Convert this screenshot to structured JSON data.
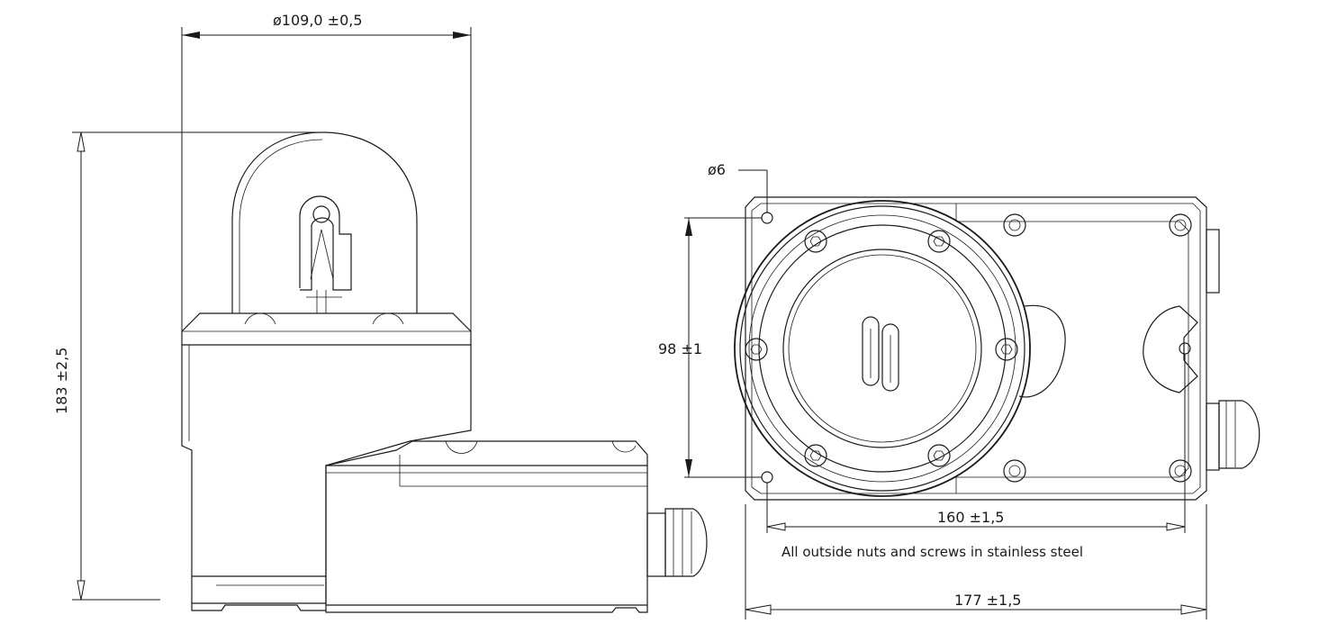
{
  "dimensions": {
    "diameter": "ø109,0  ±0,5",
    "height": "183  ±2,5",
    "hole_diameter": "ø6",
    "hole_spacing_vertical": "98  ±1",
    "hole_spacing_horizontal": "160  ±1,5",
    "overall_width": "177  ±1,5"
  },
  "note": "All outside nuts and screws in stainless steel"
}
